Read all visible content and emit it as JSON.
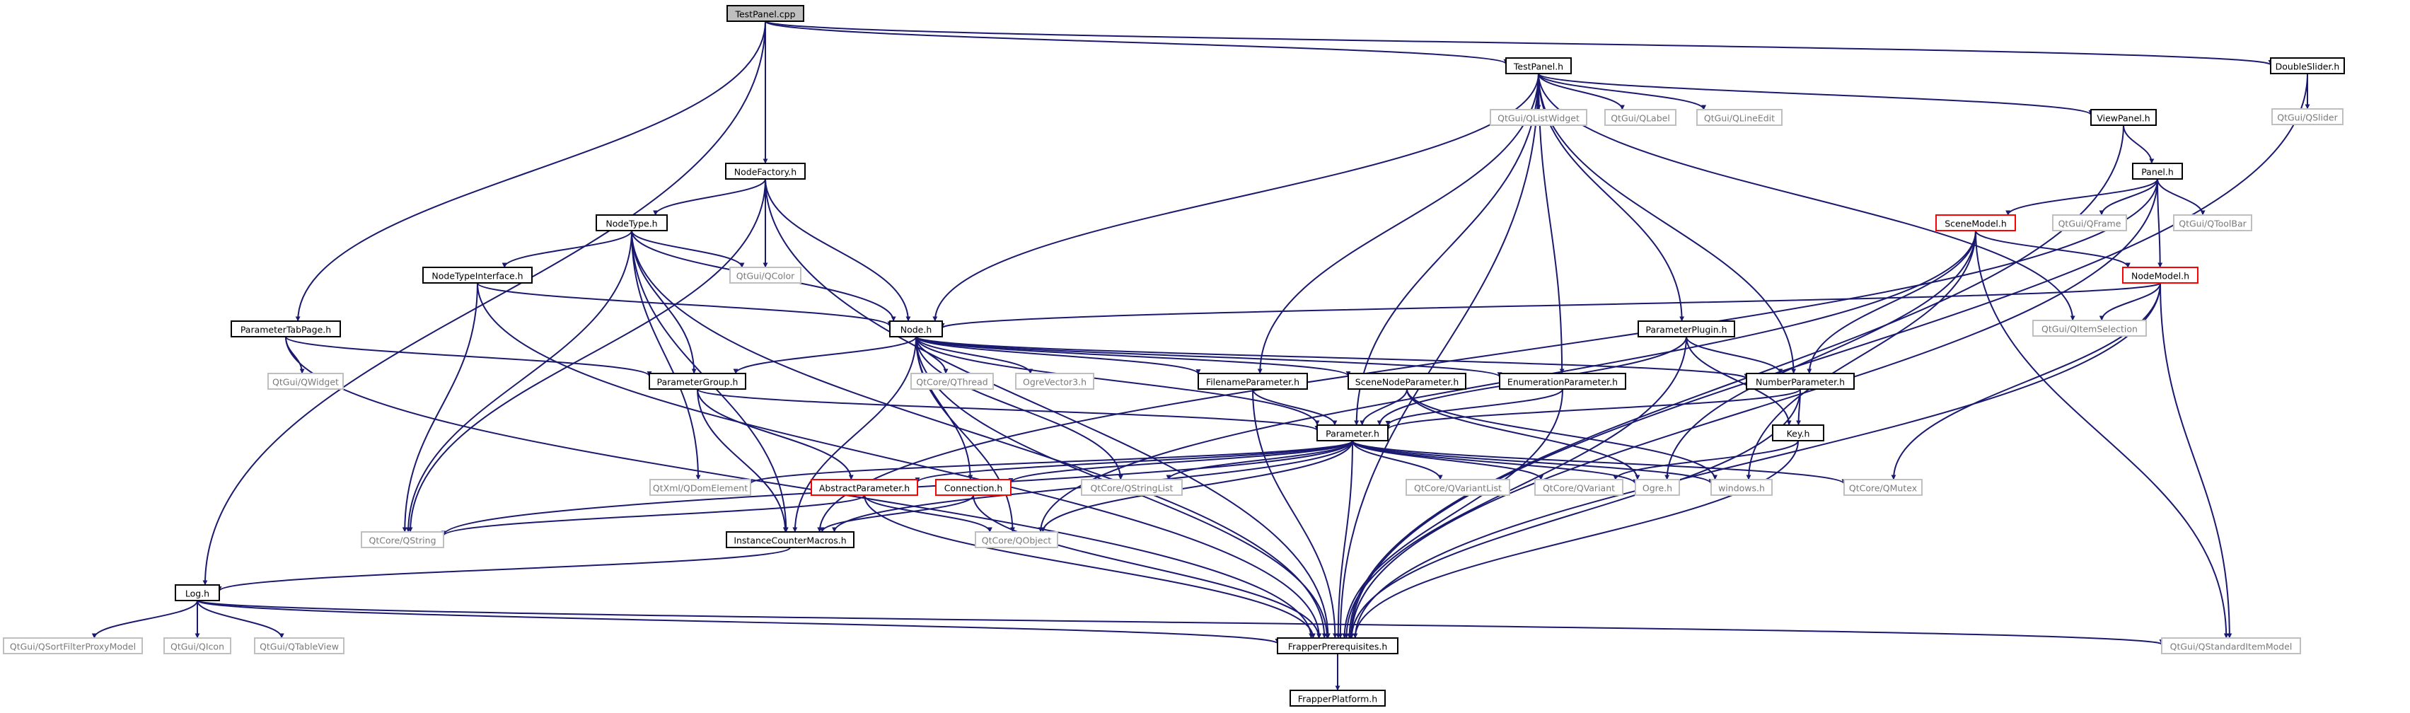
{
  "colors": {
    "edge": "#191970",
    "box_normal": "#000000",
    "box_external": "#bfbfbf",
    "box_red": "#ff0000",
    "box_root_fill": "#bfbfbf",
    "text_normal": "#000000",
    "text_external": "#7a7a7a"
  },
  "nodes": [
    {
      "id": "testpanel_cpp",
      "label": "TestPanel.cpp",
      "style": "root"
    },
    {
      "id": "testpanel_h",
      "label": "TestPanel.h",
      "style": "normal"
    },
    {
      "id": "doubleslider_h",
      "label": "DoubleSlider.h",
      "style": "normal"
    },
    {
      "id": "qslider",
      "label": "QtGui/QSlider",
      "style": "external"
    },
    {
      "id": "qlistwidget",
      "label": "QtGui/QListWidget",
      "style": "external"
    },
    {
      "id": "qlabel",
      "label": "QtGui/QLabel",
      "style": "external"
    },
    {
      "id": "qlineedit",
      "label": "QtGui/QLineEdit",
      "style": "external"
    },
    {
      "id": "viewpanel_h",
      "label": "ViewPanel.h",
      "style": "normal"
    },
    {
      "id": "panel_h",
      "label": "Panel.h",
      "style": "normal"
    },
    {
      "id": "qframe",
      "label": "QtGui/QFrame",
      "style": "external"
    },
    {
      "id": "qtoolbar",
      "label": "QtGui/QToolBar",
      "style": "external"
    },
    {
      "id": "scenemodel_h",
      "label": "SceneModel.h",
      "style": "red"
    },
    {
      "id": "nodemodel_h",
      "label": "NodeModel.h",
      "style": "red"
    },
    {
      "id": "qitemselection",
      "label": "QtGui/QItemSelection",
      "style": "external"
    },
    {
      "id": "nodefactory_h",
      "label": "NodeFactory.h",
      "style": "normal"
    },
    {
      "id": "nodetype_h",
      "label": "NodeType.h",
      "style": "normal"
    },
    {
      "id": "qcolor",
      "label": "QtGui/QColor",
      "style": "external"
    },
    {
      "id": "nodetypeinterface_h",
      "label": "NodeTypeInterface.h",
      "style": "normal"
    },
    {
      "id": "parametertabpage_h",
      "label": "ParameterTabPage.h",
      "style": "normal"
    },
    {
      "id": "qwidget",
      "label": "QtGui/QWidget",
      "style": "external"
    },
    {
      "id": "node_h",
      "label": "Node.h",
      "style": "normal"
    },
    {
      "id": "parameterplugin_h",
      "label": "ParameterPlugin.h",
      "style": "normal"
    },
    {
      "id": "parametergroup_h",
      "label": "ParameterGroup.h",
      "style": "normal"
    },
    {
      "id": "qthread",
      "label": "QtCore/QThread",
      "style": "external"
    },
    {
      "id": "ogrevector3",
      "label": "OgreVector3.h",
      "style": "external"
    },
    {
      "id": "filenameparameter_h",
      "label": "FilenameParameter.h",
      "style": "normal"
    },
    {
      "id": "scenenodeparameter_h",
      "label": "SceneNodeParameter.h",
      "style": "normal"
    },
    {
      "id": "enumerationparameter_h",
      "label": "EnumerationParameter.h",
      "style": "normal"
    },
    {
      "id": "numberparameter_h",
      "label": "NumberParameter.h",
      "style": "normal"
    },
    {
      "id": "key_h",
      "label": "Key.h",
      "style": "normal"
    },
    {
      "id": "parameter_h",
      "label": "Parameter.h",
      "style": "normal"
    },
    {
      "id": "qdomelement",
      "label": "QtXml/QDomElement",
      "style": "external"
    },
    {
      "id": "abstractparameter_h",
      "label": "AbstractParameter.h",
      "style": "red"
    },
    {
      "id": "connection_h",
      "label": "Connection.h",
      "style": "red"
    },
    {
      "id": "qstringlist",
      "label": "QtCore/QStringList",
      "style": "external"
    },
    {
      "id": "qvariantlist",
      "label": "QtCore/QVariantList",
      "style": "external"
    },
    {
      "id": "qvariant",
      "label": "QtCore/QVariant",
      "style": "external"
    },
    {
      "id": "ogre_h",
      "label": "Ogre.h",
      "style": "external"
    },
    {
      "id": "windows_h",
      "label": "windows.h",
      "style": "external"
    },
    {
      "id": "qmutex",
      "label": "QtCore/QMutex",
      "style": "external"
    },
    {
      "id": "qstring",
      "label": "QtCore/QString",
      "style": "external"
    },
    {
      "id": "instancecountermacros_h",
      "label": "InstanceCounterMacros.h",
      "style": "normal"
    },
    {
      "id": "qobject",
      "label": "QtCore/QObject",
      "style": "external"
    },
    {
      "id": "log_h",
      "label": "Log.h",
      "style": "normal"
    },
    {
      "id": "qsortfilterproxymodel",
      "label": "QtGui/QSortFilterProxyModel",
      "style": "external"
    },
    {
      "id": "qicon",
      "label": "QtGui/QIcon",
      "style": "external"
    },
    {
      "id": "qtableview",
      "label": "QtGui/QTableView",
      "style": "external"
    },
    {
      "id": "frapperprerequisites_h",
      "label": "FrapperPrerequisites.h",
      "style": "normal"
    },
    {
      "id": "qstandarditemmodel",
      "label": "QtGui/QStandardItemModel",
      "style": "external"
    },
    {
      "id": "frapperplatform_h",
      "label": "FrapperPlatform.h",
      "style": "normal"
    }
  ],
  "edges": [
    [
      "testpanel_cpp",
      "testpanel_h"
    ],
    [
      "testpanel_cpp",
      "doubleslider_h"
    ],
    [
      "testpanel_cpp",
      "nodefactory_h"
    ],
    [
      "testpanel_cpp",
      "parametertabpage_h"
    ],
    [
      "testpanel_cpp",
      "log_h"
    ],
    [
      "testpanel_h",
      "qlistwidget"
    ],
    [
      "testpanel_h",
      "qlabel"
    ],
    [
      "testpanel_h",
      "qlineedit"
    ],
    [
      "testpanel_h",
      "viewpanel_h"
    ],
    [
      "testpanel_h",
      "qitemselection"
    ],
    [
      "testpanel_h",
      "node_h"
    ],
    [
      "testpanel_h",
      "filenameparameter_h"
    ],
    [
      "testpanel_h",
      "enumerationparameter_h"
    ],
    [
      "testpanel_h",
      "parameterplugin_h"
    ],
    [
      "testpanel_h",
      "numberparameter_h"
    ],
    [
      "testpanel_h",
      "parameter_h"
    ],
    [
      "testpanel_h",
      "frapperprerequisites_h"
    ],
    [
      "doubleslider_h",
      "qslider"
    ],
    [
      "doubleslider_h",
      "frapperprerequisites_h"
    ],
    [
      "viewpanel_h",
      "panel_h"
    ],
    [
      "viewpanel_h",
      "frapperprerequisites_h"
    ],
    [
      "panel_h",
      "qframe"
    ],
    [
      "panel_h",
      "qtoolbar"
    ],
    [
      "panel_h",
      "scenemodel_h"
    ],
    [
      "panel_h",
      "nodemodel_h"
    ],
    [
      "panel_h",
      "instancecountermacros_h"
    ],
    [
      "panel_h",
      "frapperprerequisites_h"
    ],
    [
      "scenemodel_h",
      "nodemodel_h"
    ],
    [
      "scenemodel_h",
      "numberparameter_h"
    ],
    [
      "scenemodel_h",
      "qstandarditemmodel"
    ],
    [
      "scenemodel_h",
      "ogre_h"
    ],
    [
      "scenemodel_h",
      "windows_h"
    ],
    [
      "scenemodel_h",
      "qobject"
    ],
    [
      "nodemodel_h",
      "node_h"
    ],
    [
      "nodemodel_h",
      "qitemselection"
    ],
    [
      "nodemodel_h",
      "qmutex"
    ],
    [
      "nodemodel_h",
      "qstandarditemmodel"
    ],
    [
      "nodemodel_h",
      "frapperprerequisites_h"
    ],
    [
      "nodefactory_h",
      "nodetype_h"
    ],
    [
      "nodefactory_h",
      "qcolor"
    ],
    [
      "nodefactory_h",
      "node_h"
    ],
    [
      "nodefactory_h",
      "qstring"
    ],
    [
      "nodefactory_h",
      "frapperprerequisites_h"
    ],
    [
      "nodetype_h",
      "nodetypeinterface_h"
    ],
    [
      "nodetype_h",
      "qcolor"
    ],
    [
      "nodetype_h",
      "node_h"
    ],
    [
      "nodetype_h",
      "parametergroup_h"
    ],
    [
      "nodetype_h",
      "qdomelement"
    ],
    [
      "nodetype_h",
      "qstring"
    ],
    [
      "nodetype_h",
      "instancecountermacros_h"
    ],
    [
      "nodetype_h",
      "frapperprerequisites_h"
    ],
    [
      "nodetypeinterface_h",
      "node_h"
    ],
    [
      "nodetypeinterface_h",
      "qstring"
    ],
    [
      "nodetypeinterface_h",
      "frapperprerequisites_h"
    ],
    [
      "parametertabpage_h",
      "qwidget"
    ],
    [
      "parametertabpage_h",
      "parametergroup_h"
    ],
    [
      "parametertabpage_h",
      "frapperprerequisites_h"
    ],
    [
      "node_h",
      "parametergroup_h"
    ],
    [
      "node_h",
      "qthread"
    ],
    [
      "node_h",
      "ogrevector3"
    ],
    [
      "node_h",
      "filenameparameter_h"
    ],
    [
      "node_h",
      "scenenodeparameter_h"
    ],
    [
      "node_h",
      "enumerationparameter_h"
    ],
    [
      "node_h",
      "numberparameter_h"
    ],
    [
      "node_h",
      "parameter_h"
    ],
    [
      "node_h",
      "connection_h"
    ],
    [
      "node_h",
      "qstringlist"
    ],
    [
      "node_h",
      "qobject"
    ],
    [
      "node_h",
      "instancecountermacros_h"
    ],
    [
      "node_h",
      "frapperprerequisites_h"
    ],
    [
      "parameterplugin_h",
      "numberparameter_h"
    ],
    [
      "parameterplugin_h",
      "parameter_h"
    ],
    [
      "parameterplugin_h",
      "key_h"
    ],
    [
      "parameterplugin_h",
      "frapperprerequisites_h"
    ],
    [
      "parametergroup_h",
      "parameter_h"
    ],
    [
      "parametergroup_h",
      "abstractparameter_h"
    ],
    [
      "parametergroup_h",
      "instancecountermacros_h"
    ],
    [
      "filenameparameter_h",
      "parameter_h"
    ],
    [
      "filenameparameter_h",
      "frapperprerequisites_h"
    ],
    [
      "scenenodeparameter_h",
      "parameter_h"
    ],
    [
      "scenenodeparameter_h",
      "ogre_h"
    ],
    [
      "scenenodeparameter_h",
      "windows_h"
    ],
    [
      "enumerationparameter_h",
      "parameter_h"
    ],
    [
      "enumerationparameter_h",
      "frapperprerequisites_h"
    ],
    [
      "numberparameter_h",
      "key_h"
    ],
    [
      "numberparameter_h",
      "parameter_h"
    ],
    [
      "numberparameter_h",
      "frapperprerequisites_h"
    ],
    [
      "key_h",
      "qvariant"
    ],
    [
      "key_h",
      "frapperprerequisites_h"
    ],
    [
      "parameter_h",
      "qdomelement"
    ],
    [
      "parameter_h",
      "abstractparameter_h"
    ],
    [
      "parameter_h",
      "connection_h"
    ],
    [
      "parameter_h",
      "qstringlist"
    ],
    [
      "parameter_h",
      "qvariantlist"
    ],
    [
      "parameter_h",
      "qvariant"
    ],
    [
      "parameter_h",
      "ogre_h"
    ],
    [
      "parameter_h",
      "windows_h"
    ],
    [
      "parameter_h",
      "qmutex"
    ],
    [
      "parameter_h",
      "qstring"
    ],
    [
      "parameter_h",
      "instancecountermacros_h"
    ],
    [
      "parameter_h",
      "qobject"
    ],
    [
      "parameter_h",
      "frapperprerequisites_h"
    ],
    [
      "abstractparameter_h",
      "qstring"
    ],
    [
      "abstractparameter_h",
      "qobject"
    ],
    [
      "abstractparameter_h",
      "frapperprerequisites_h"
    ],
    [
      "connection_h",
      "instancecountermacros_h"
    ],
    [
      "connection_h",
      "frapperprerequisites_h"
    ],
    [
      "instancecountermacros_h",
      "log_h"
    ],
    [
      "log_h",
      "qsortfilterproxymodel"
    ],
    [
      "log_h",
      "qicon"
    ],
    [
      "log_h",
      "qtableview"
    ],
    [
      "log_h",
      "frapperprerequisites_h"
    ],
    [
      "log_h",
      "qstandarditemmodel"
    ],
    [
      "frapperprerequisites_h",
      "frapperplatform_h"
    ]
  ]
}
